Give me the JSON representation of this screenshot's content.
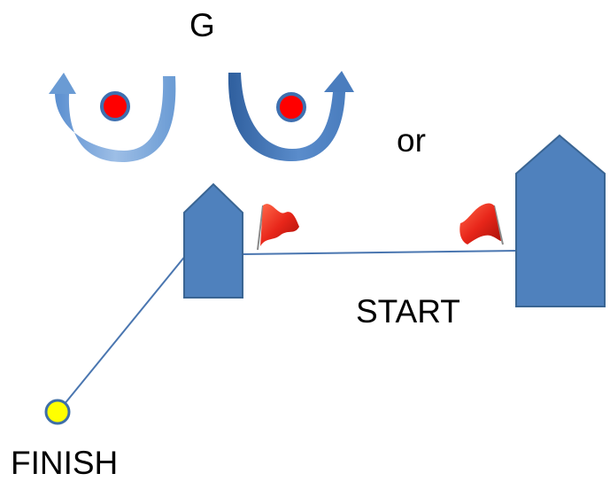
{
  "labels": {
    "g": "G",
    "or": "or",
    "start": "START",
    "finish": "FINISH"
  },
  "colors": {
    "boat_fill": "#4F81BD",
    "boat_stroke": "#3A6593",
    "arrow_light": "#6A9BD4",
    "arrow_dark": "#3E70B0",
    "mark_red": "#FF0000",
    "mark_blue_ring": "#3E70B0",
    "finish_yellow": "#FFFF00",
    "finish_ring": "#3E6FA8",
    "line": "#4A76B0",
    "flag_red": "#E8261A"
  },
  "icons": {
    "rounding_left": "counterclockwise-rounding-arrow-icon",
    "rounding_right": "clockwise-rounding-arrow-icon",
    "mark": "red-mark-icon",
    "boat": "committee-boat-icon",
    "flag": "red-flag-icon",
    "finish_buoy": "yellow-buoy-icon"
  }
}
